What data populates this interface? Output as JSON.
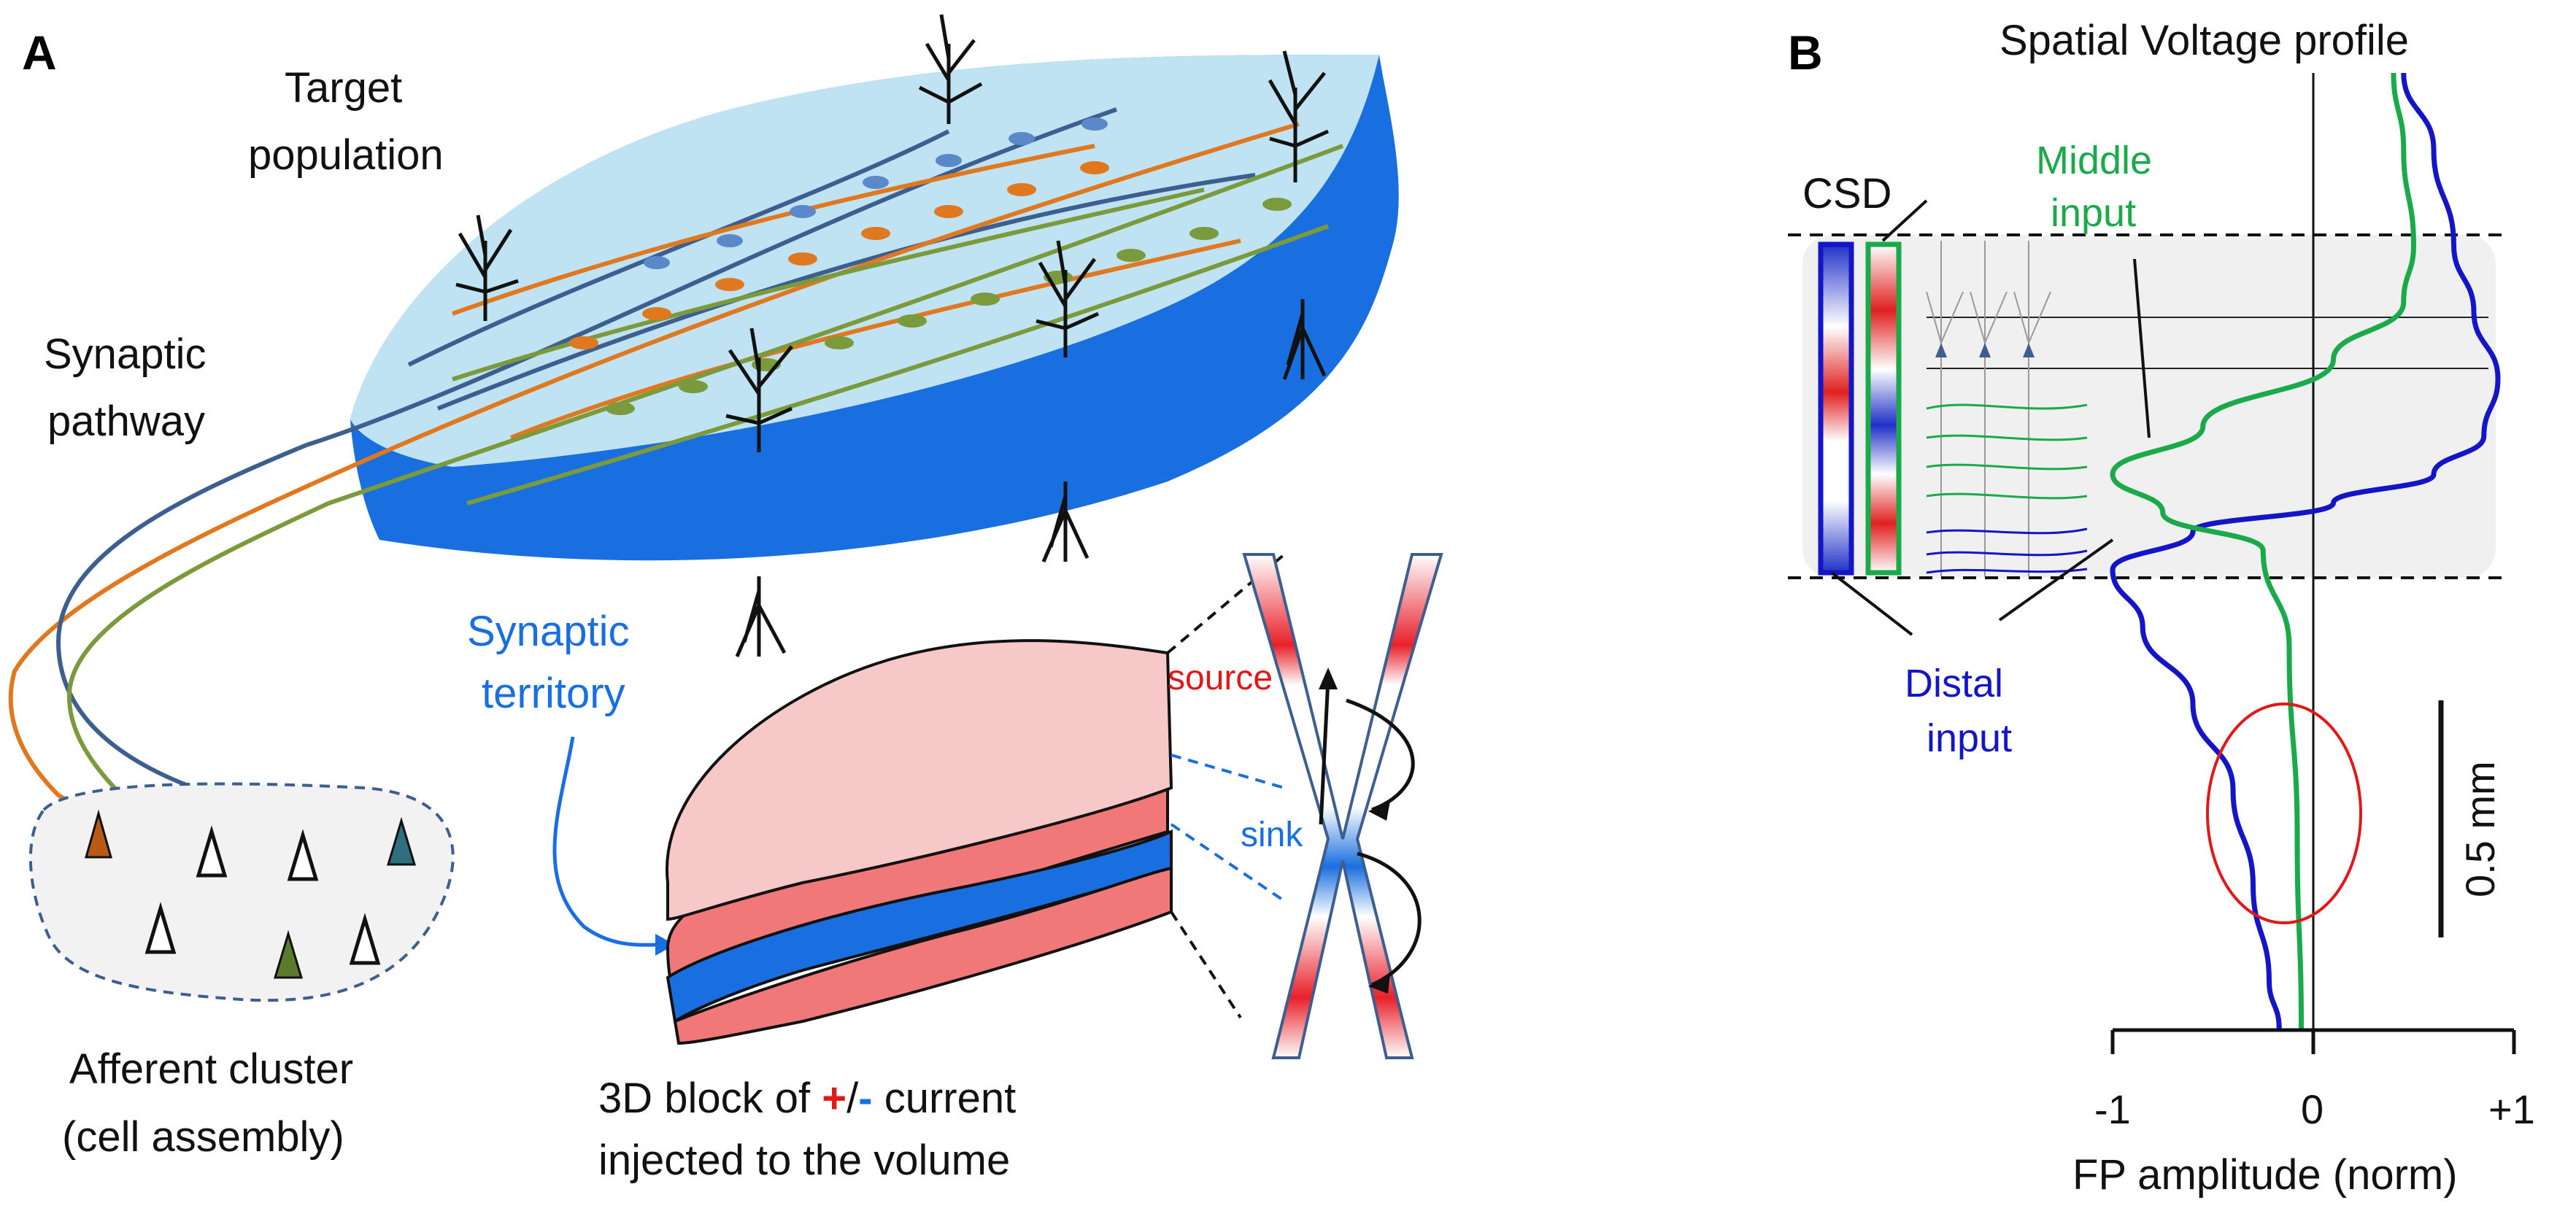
{
  "panel_a": {
    "label": "A",
    "target_population": [
      "Target",
      "population"
    ],
    "synaptic_pathway": [
      "Synaptic",
      "pathway"
    ],
    "synaptic_territory": [
      "Synaptic",
      "territory"
    ],
    "afferent_cluster": [
      "Afferent cluster",
      "(cell assembly)"
    ],
    "block_caption": {
      "line1_pre": "3D block of ",
      "plus": "+",
      "slash": "/",
      "minus": "-",
      "line1_post": " current",
      "line2": "injected to the volume"
    },
    "source_label": "source",
    "sink_label": "sink"
  },
  "panel_b": {
    "label": "B",
    "title": "Spatial Voltage profile",
    "csd_label": "CSD",
    "middle_input": [
      "Middle",
      "input"
    ],
    "distal_input": [
      "Distal",
      "input"
    ],
    "scale_bar_label": "0.5 mm",
    "x_ticks": [
      "-1",
      "0",
      "+1"
    ],
    "x_axis_label": "FP amplitude (norm)"
  },
  "colors": {
    "blue_pathway": "#3d5f8f",
    "orange_pathway": "#e07820",
    "green_pathway": "#7a9a3c",
    "population_fill": "#bfe3f3",
    "population_edge": "#1a6fe0",
    "distal_curve": "#1515c8",
    "middle_curve": "#1aaa4a",
    "source_red": "#e01818",
    "sink_blue": "#1a6fe0"
  },
  "chart_data": {
    "type": "line",
    "title": "Spatial Voltage profile",
    "xlabel": "FP amplitude (norm)",
    "xlim": [
      -1,
      1
    ],
    "x_ticks": [
      "-1",
      "0",
      "+1"
    ],
    "series": [
      {
        "name": "Distal input",
        "color": "#1515c8",
        "points": [
          [
            0.45,
            0
          ],
          [
            0.6,
            0.08
          ],
          [
            0.7,
            0.18
          ],
          [
            0.8,
            0.25
          ],
          [
            0.92,
            0.32
          ],
          [
            0.85,
            0.38
          ],
          [
            0.6,
            0.42
          ],
          [
            0.1,
            0.45
          ],
          [
            -0.6,
            0.48
          ],
          [
            -1.0,
            0.52
          ],
          [
            -0.85,
            0.58
          ],
          [
            -0.6,
            0.66
          ],
          [
            -0.4,
            0.75
          ],
          [
            -0.3,
            0.85
          ],
          [
            -0.22,
            0.95
          ],
          [
            -0.17,
            1.0
          ]
        ]
      },
      {
        "name": "Middle input",
        "color": "#1aaa4a",
        "points": [
          [
            0.4,
            0
          ],
          [
            0.45,
            0.08
          ],
          [
            0.5,
            0.18
          ],
          [
            0.45,
            0.24
          ],
          [
            0.1,
            0.3
          ],
          [
            -0.55,
            0.37
          ],
          [
            -1.0,
            0.42
          ],
          [
            -0.75,
            0.46
          ],
          [
            -0.25,
            0.5
          ],
          [
            -0.12,
            0.6
          ],
          [
            -0.08,
            0.8
          ],
          [
            -0.06,
            1.0
          ]
        ]
      }
    ]
  }
}
